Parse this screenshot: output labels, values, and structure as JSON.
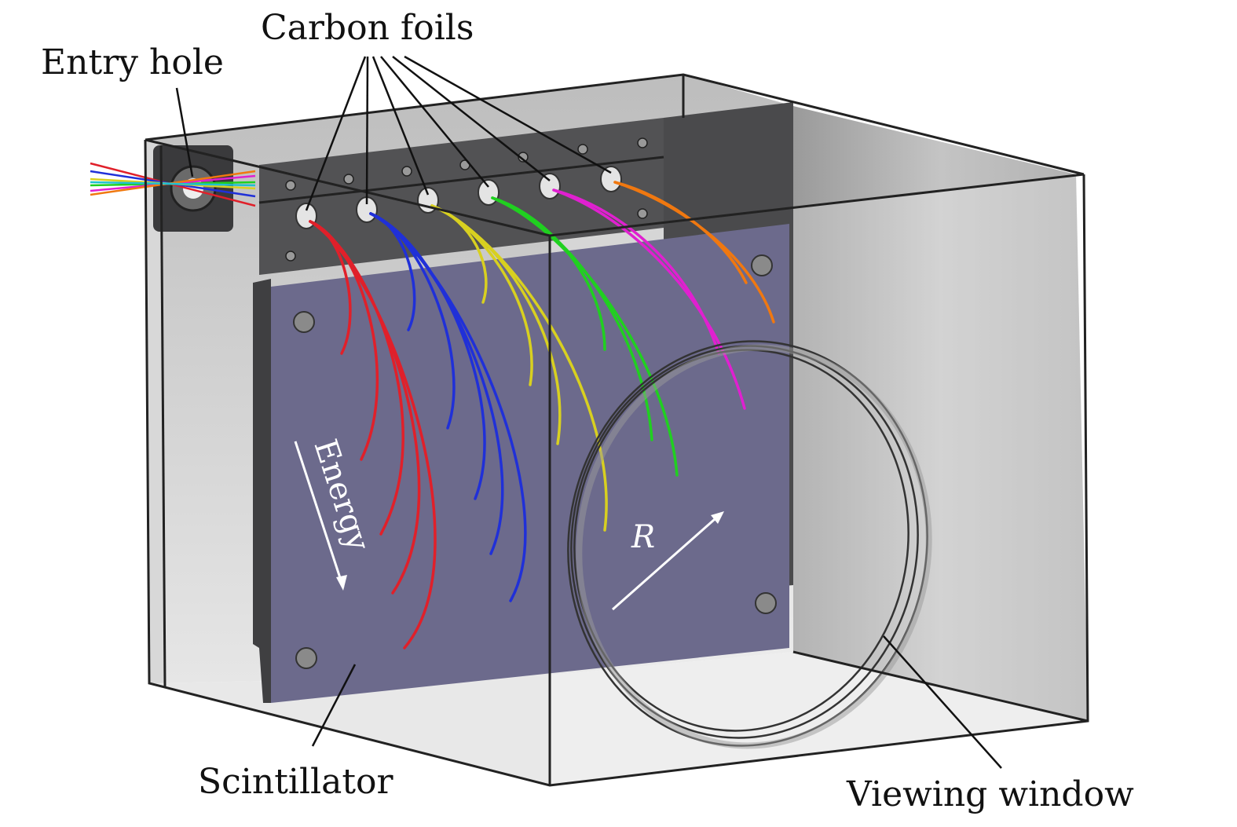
{
  "labels": {
    "carbon_foils": "Carbon foils",
    "entry_hole": "Entry hole",
    "energy": "Energy",
    "radius": "R",
    "scintillator": "Scintillator",
    "viewing_window": "Viewing window"
  },
  "colors": {
    "scintillator": "#6c6a8c",
    "holder": "#4e4e50",
    "box_wall": "#c8c8c8",
    "trajectories": [
      "#e0202a",
      "#2030d8",
      "#d8d020",
      "#20d020",
      "#e020d0",
      "#f07810"
    ]
  }
}
